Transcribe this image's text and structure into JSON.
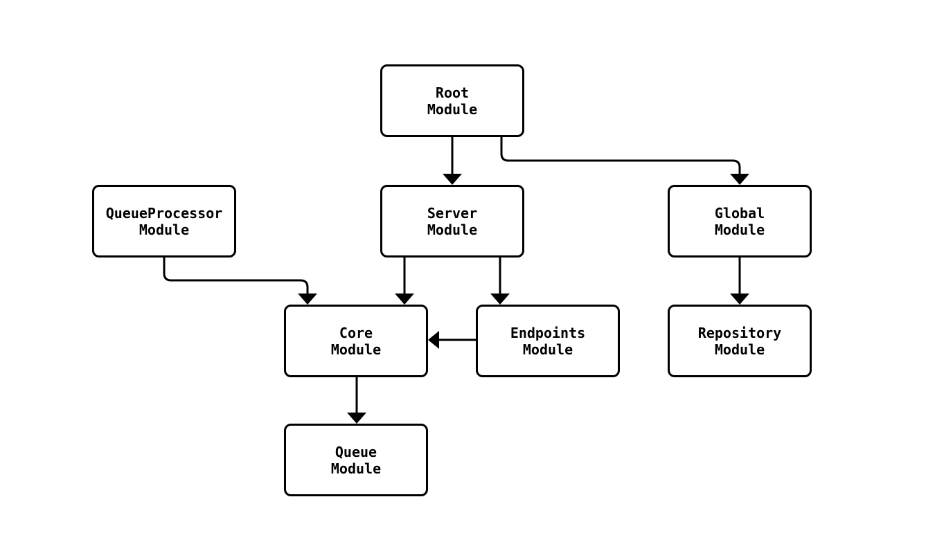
{
  "diagram": {
    "background_color": "#ffffff",
    "stroke_color": "#000000",
    "node_fill_color": "#ffffff",
    "nodes": [
      {
        "id": "root",
        "label": "Root\nModule"
      },
      {
        "id": "queueprocessor",
        "label": "QueueProcessor\nModule"
      },
      {
        "id": "server",
        "label": "Server\nModule"
      },
      {
        "id": "global",
        "label": "Global\nModule"
      },
      {
        "id": "core",
        "label": "Core\nModule"
      },
      {
        "id": "endpoints",
        "label": "Endpoints\nModule"
      },
      {
        "id": "repository",
        "label": "Repository\nModule"
      },
      {
        "id": "queue",
        "label": "Queue\nModule"
      }
    ],
    "edges": [
      {
        "from": "root",
        "to": "server"
      },
      {
        "from": "root",
        "to": "global"
      },
      {
        "from": "queueprocessor",
        "to": "core"
      },
      {
        "from": "server",
        "to": "core"
      },
      {
        "from": "server",
        "to": "endpoints"
      },
      {
        "from": "endpoints",
        "to": "core"
      },
      {
        "from": "global",
        "to": "repository"
      },
      {
        "from": "core",
        "to": "queue"
      }
    ]
  }
}
